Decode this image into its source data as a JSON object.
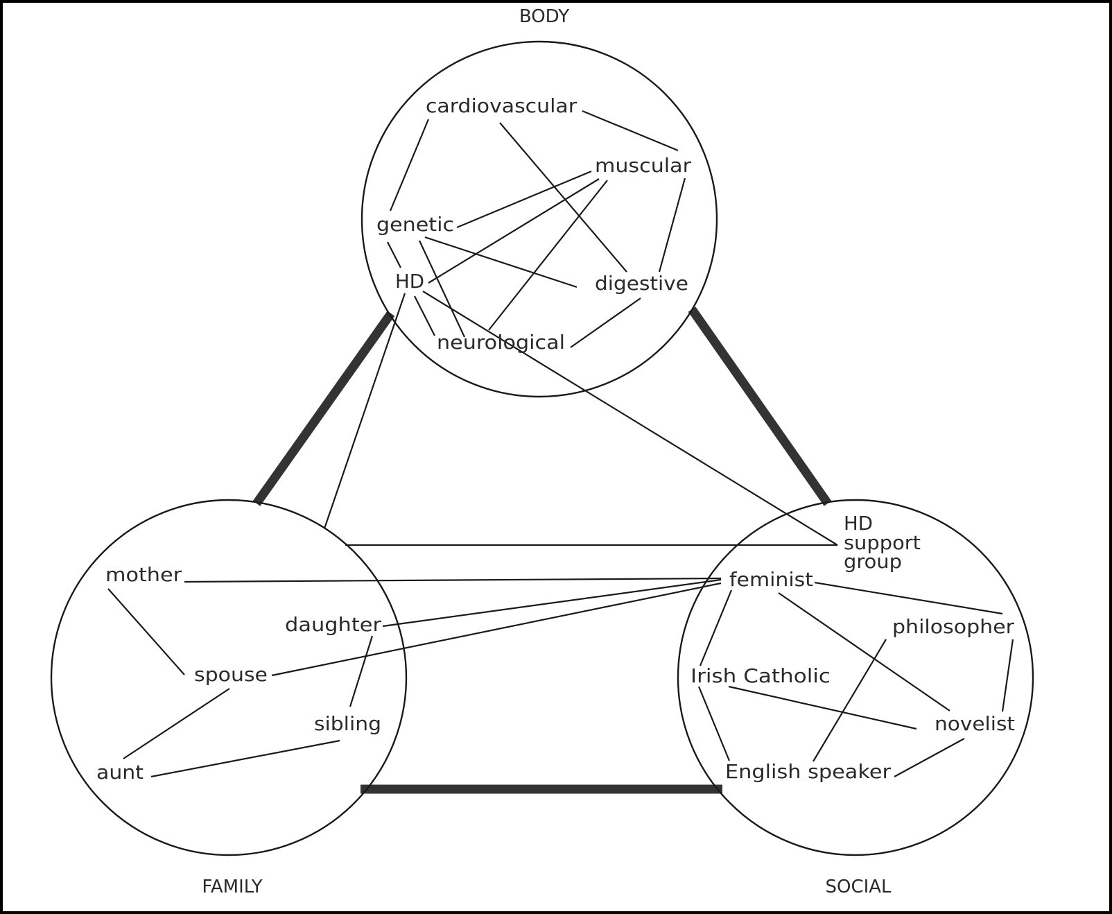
{
  "diagram": {
    "domains": [
      {
        "id": "body",
        "label": "BODY"
      },
      {
        "id": "family",
        "label": "FAMILY"
      },
      {
        "id": "social",
        "label": "SOCIAL"
      }
    ],
    "nodes": {
      "cardiovascular": "cardiovascular",
      "muscular": "muscular",
      "genetic": "genetic",
      "hd": "HD",
      "digestive": "digestive",
      "neurological": "neurological",
      "mother": "mother",
      "daughter": "daughter",
      "spouse": "spouse",
      "sibling": "sibling",
      "aunt": "aunt",
      "hd_support_group": [
        "HD",
        "support",
        "group"
      ],
      "feminist": "feminist",
      "philosopher": "philosopher",
      "irish_catholic": "Irish Catholic",
      "novelist": "novelist",
      "english_speaker": "English speaker"
    },
    "domain_links": [
      [
        "body",
        "family"
      ],
      [
        "body",
        "social"
      ],
      [
        "family",
        "social"
      ]
    ],
    "node_links": [
      [
        "cardiovascular",
        "muscular"
      ],
      [
        "cardiovascular",
        "genetic"
      ],
      [
        "cardiovascular",
        "digestive"
      ],
      [
        "muscular",
        "genetic"
      ],
      [
        "muscular",
        "hd"
      ],
      [
        "muscular",
        "neurological"
      ],
      [
        "muscular",
        "digestive"
      ],
      [
        "genetic",
        "hd"
      ],
      [
        "genetic",
        "neurological"
      ],
      [
        "genetic",
        "digestive"
      ],
      [
        "hd",
        "neurological"
      ],
      [
        "digestive",
        "neurological"
      ],
      [
        "hd",
        "hd_support_group"
      ],
      [
        "hd",
        "family"
      ],
      [
        "family",
        "hd_support_group"
      ],
      [
        "mother",
        "feminist"
      ],
      [
        "mother",
        "spouse"
      ],
      [
        "daughter",
        "feminist"
      ],
      [
        "daughter",
        "sibling"
      ],
      [
        "spouse",
        "feminist"
      ],
      [
        "spouse",
        "aunt"
      ],
      [
        "sibling",
        "aunt"
      ],
      [
        "feminist",
        "philosopher"
      ],
      [
        "feminist",
        "novelist"
      ],
      [
        "feminist",
        "irish_catholic"
      ],
      [
        "philosopher",
        "english_speaker"
      ],
      [
        "philosopher",
        "novelist"
      ],
      [
        "irish_catholic",
        "english_speaker"
      ],
      [
        "irish_catholic",
        "novelist"
      ],
      [
        "novelist",
        "english_speaker"
      ]
    ]
  }
}
